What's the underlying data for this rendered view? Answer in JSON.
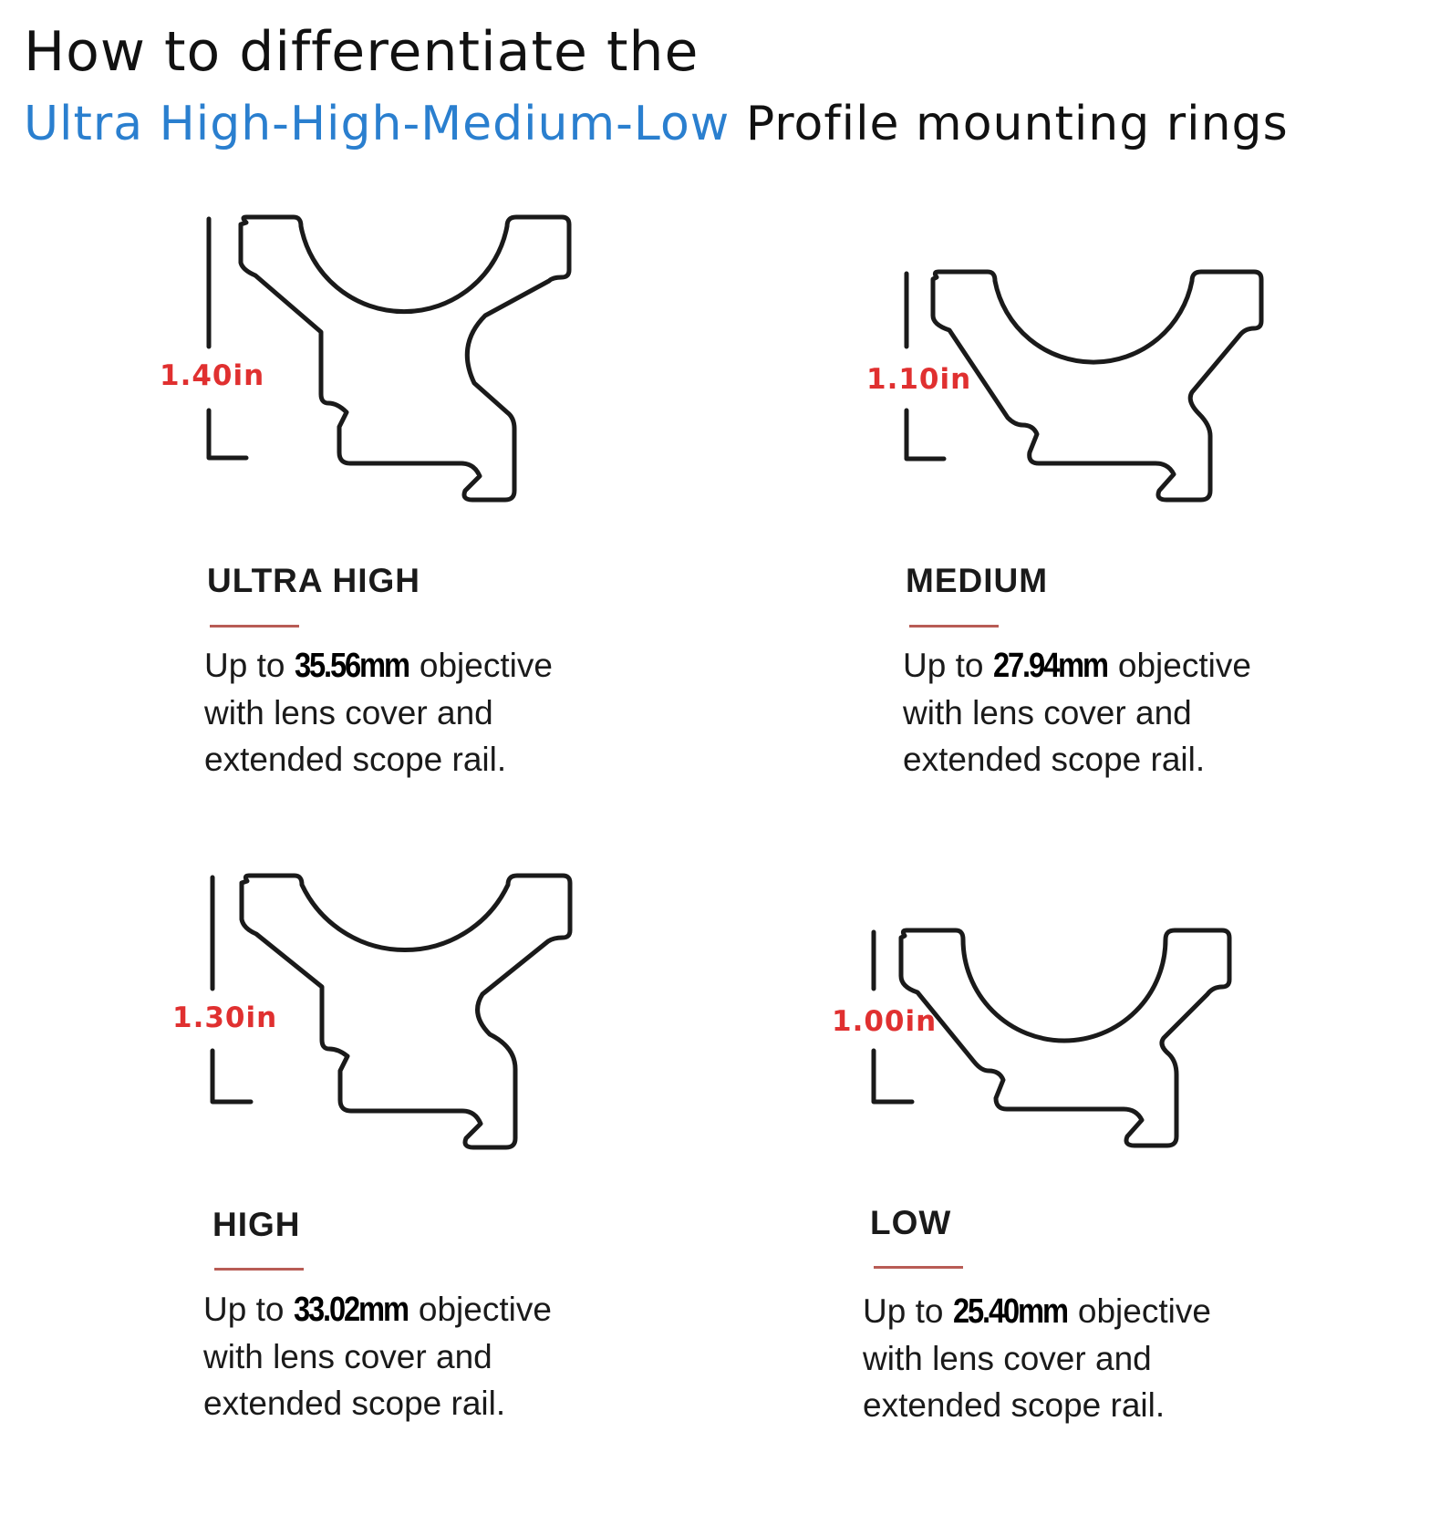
{
  "title": {
    "line1": "How to differentiate the",
    "highlight": "Ultra High-High-Medium-Low",
    "rest": " Profile mounting rings"
  },
  "colors": {
    "highlight": "#2a7fcf",
    "dimension": "#e03030",
    "accent_rule": "#b85c55",
    "outline": "#1a1a1a"
  },
  "profiles": [
    {
      "id": "ultra-high",
      "name": "ULTRA HIGH",
      "height": "1.40in",
      "prefix": "Up to ",
      "size": "35.56mm",
      "suffix": "objective",
      "line2": "with lens cover and",
      "line3": "extended scope rail."
    },
    {
      "id": "medium",
      "name": "MEDIUM",
      "height": "1.10in",
      "prefix": "Up to ",
      "size": "27.94mm",
      "suffix": "objective",
      "line2": "with lens cover and",
      "line3": "extended scope rail."
    },
    {
      "id": "high",
      "name": "HIGH",
      "height": "1.30in",
      "prefix": "Up to ",
      "size": "33.02mm",
      "suffix": "objective",
      "line2": "with lens cover and",
      "line3": "extended scope rail."
    },
    {
      "id": "low",
      "name": "LOW",
      "height": "1.00in",
      "prefix": "Up to ",
      "size": "25.40mm",
      "suffix": "objective",
      "line2": "with lens cover and",
      "line3": "extended scope rail."
    }
  ]
}
